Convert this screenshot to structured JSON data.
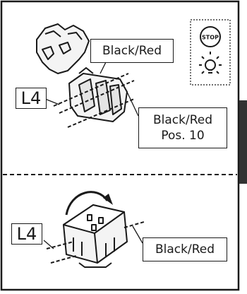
{
  "panel_top": {
    "step_label": "L4",
    "callout_upper": "Black/Red",
    "callout_lower": [
      "Black/Red",
      "Pos. 10"
    ],
    "stop_badge": "STOP",
    "icons": [
      "stop-sign-icon",
      "light-bulb-icon"
    ]
  },
  "panel_bottom": {
    "step_label": "L4",
    "callout": "Black/Red"
  },
  "colors": {
    "ink": "#1a1a1a",
    "paper": "#ffffff",
    "tab": "#333333"
  }
}
